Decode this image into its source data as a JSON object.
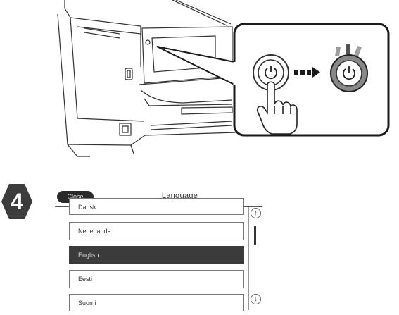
{
  "step": {
    "number": "4"
  },
  "language_screen": {
    "close_label": "Close",
    "title": "Language",
    "languages": [
      "Dansk",
      "Nederlands",
      "English",
      "Eesti",
      "Suomi"
    ],
    "selected": "English",
    "scroll_up_icon": "arrow-up-icon",
    "scroll_down_icon": "arrow-down-icon"
  },
  "illustration": {
    "icons": [
      "printer-icon",
      "power-button-icon",
      "finger-press-icon",
      "dotted-arrow-icon",
      "power-on-icon"
    ],
    "colors": {
      "line": "#333333",
      "callout_border": "#1a1a1a",
      "glow_dark": "#555555",
      "glow_light": "#a0a0a0",
      "button_ring": "#888888"
    }
  }
}
